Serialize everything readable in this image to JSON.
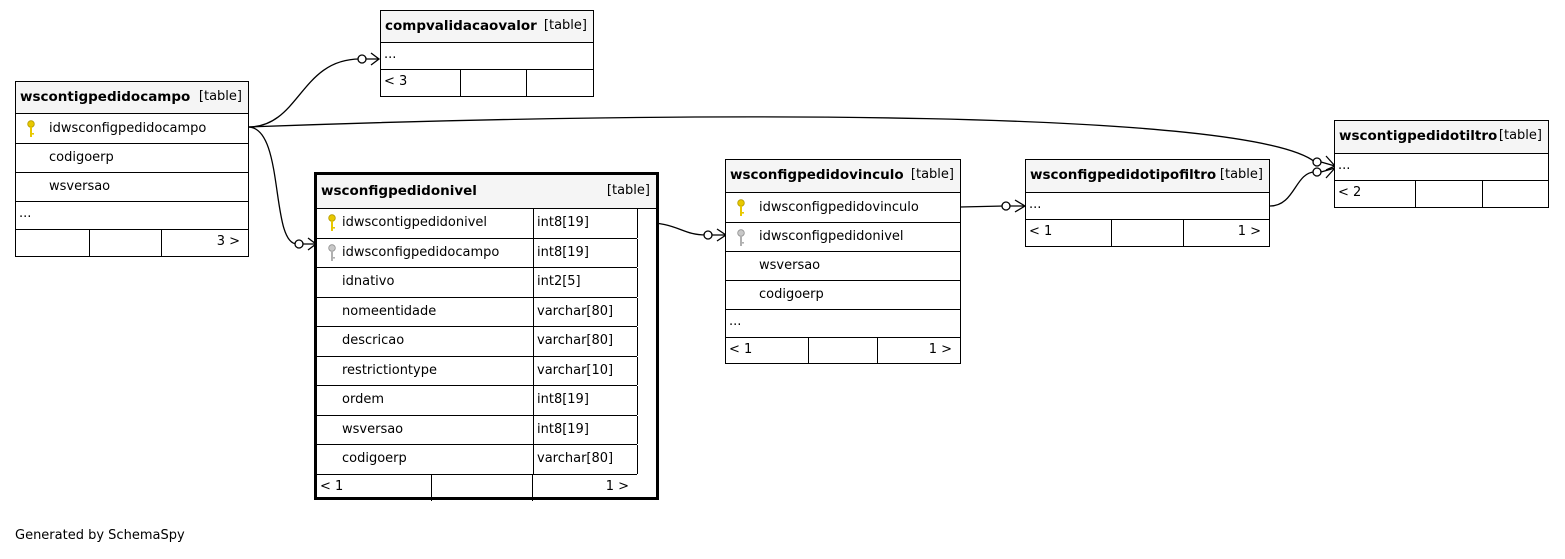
{
  "tables": {
    "compvalidacaovalor": {
      "name": "compvalidacaovalor",
      "type": "[table]",
      "ellipsis": "...",
      "parents": "< 3"
    },
    "wscontigpedidocampo": {
      "name": "wscontigpedidocampo",
      "type": "[table]",
      "columns": [
        "idwsconfigpedidocampo",
        "codigoerp",
        "wsversao"
      ],
      "ellipsis": "...",
      "children": "3 >"
    },
    "wsconfigpedidonivel": {
      "name": "wsconfigpedidonivel",
      "type": "[table]",
      "columns": [
        {
          "name": "idwscontigpedidonivel",
          "type": "int8[19]"
        },
        {
          "name": "idwsconfigpedidocampo",
          "type": "int8[19]"
        },
        {
          "name": "idnativo",
          "type": "int2[5]"
        },
        {
          "name": "nomeentidade",
          "type": "varchar[80]"
        },
        {
          "name": "descricao",
          "type": "varchar[80]"
        },
        {
          "name": "restrictiontype",
          "type": "varchar[10]"
        },
        {
          "name": "ordem",
          "type": "int8[19]"
        },
        {
          "name": "wsversao",
          "type": "int8[19]"
        },
        {
          "name": "codigoerp",
          "type": "varchar[80]"
        }
      ],
      "parents": "< 1",
      "children": "1 >"
    },
    "wsconfigpedidovinculo": {
      "name": "wsconfigpedidovinculo",
      "type": "[table]",
      "columns": [
        "idwsconfigpedidovinculo",
        "idwsconfigpedidonivel",
        "wsversao",
        "codigoerp"
      ],
      "ellipsis": "...",
      "parents": "< 1",
      "children": "1 >"
    },
    "wsconfigpedidotipofiltro": {
      "name": "wsconfigpedidotipofiltro",
      "type": "[table]",
      "ellipsis": "...",
      "parents": "< 1",
      "children": "1 >"
    },
    "wscontigpedidotiltro": {
      "name": "wscontigpedidotiltro",
      "type": "[table]",
      "ellipsis": "...",
      "parents": "< 2"
    }
  },
  "footer": "Generated by SchemaSpy",
  "colors": {
    "primary_key": "#e8c800",
    "foreign_key": "#b0b0b0",
    "header_bg": "#f5f5f5"
  }
}
